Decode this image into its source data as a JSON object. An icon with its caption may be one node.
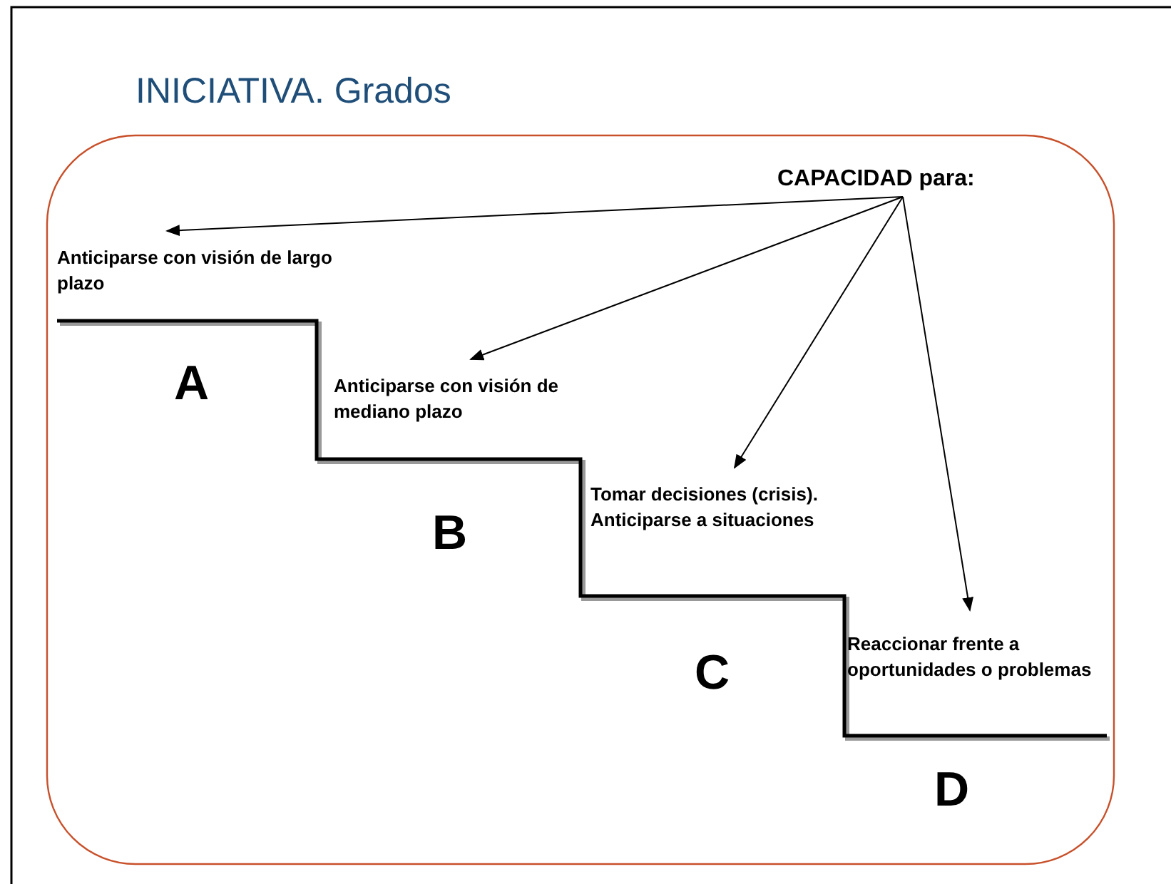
{
  "diagram": {
    "title": "INICIATIVA. Grados",
    "nodes": [
      {
        "text": [
          "CAPACIDAD para:"
        ]
      },
      {
        "text": [
          "Anticiparse con visión de largo plazo"
        ]
      },
      {
        "text": [
          "Anticiparse con visión de mediano plazo"
        ]
      },
      {
        "text": [
          "Tomar decisiones (crisis). Anticiparse a situaciones"
        ]
      },
      {
        "text": [
          "Reaccionar frente a oportunidades o problemas"
        ]
      }
    ],
    "edges": [
      {
        "from": 0,
        "to": 1,
        "arrow": "to"
      },
      {
        "from": 0,
        "to": 2,
        "arrow": "to"
      },
      {
        "from": 0,
        "to": 3,
        "arrow": "to"
      },
      {
        "from": 0,
        "to": 4,
        "arrow": "to"
      }
    ],
    "labels": [
      "A",
      "B",
      "C",
      "D"
    ]
  }
}
